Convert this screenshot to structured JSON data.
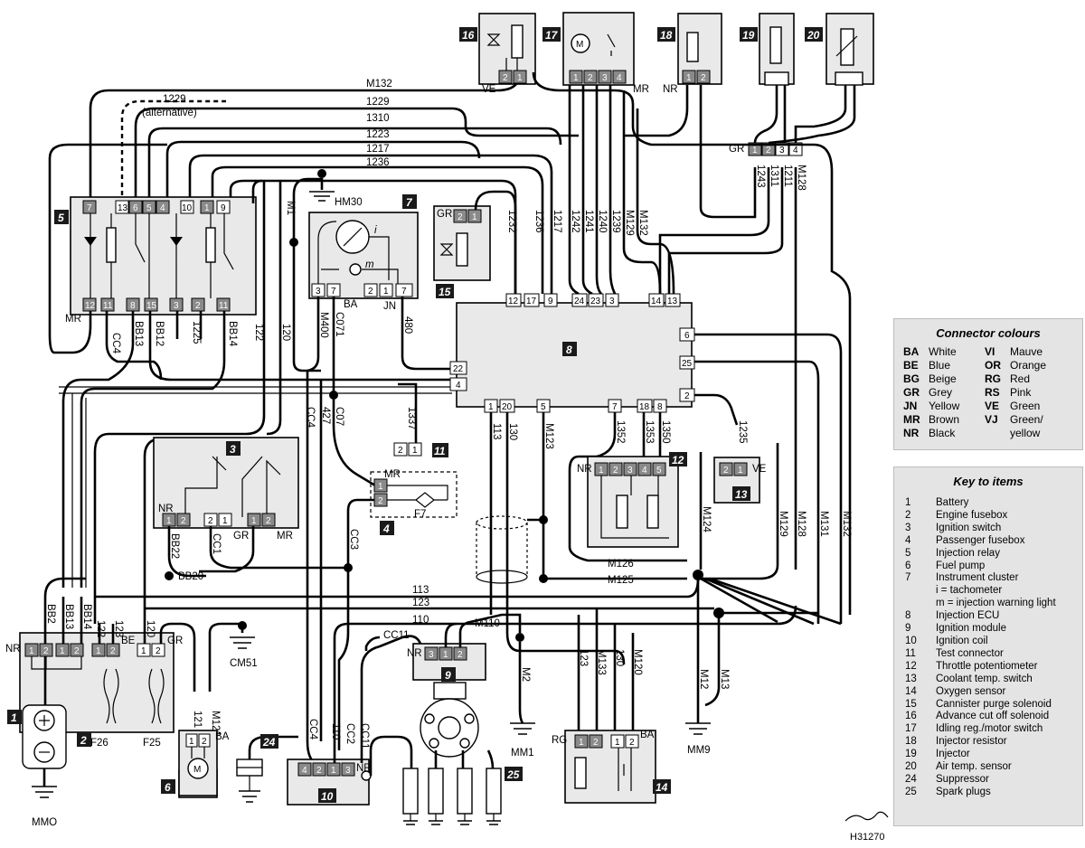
{
  "wires_top": {
    "m132": "M132",
    "w1229": "1229",
    "w1229_alt": "1229",
    "alternative": "(alternative)",
    "w1310": "1310",
    "w1223": "1223",
    "w1217": "1217",
    "w1236": "1236"
  },
  "wires_vertical": {
    "m1": "M1",
    "hm30": "HM30",
    "w122": "122",
    "w120": "120",
    "cc4": "CC4",
    "bb13": "BB13",
    "bb12": "BB12",
    "w1225": "1225",
    "bb14": "BB14",
    "m400": "M400",
    "c071": "C071",
    "w480": "480",
    "c07": "C07",
    "w427": "427",
    "cc4b": "CC4",
    "w1337": "1337",
    "w1232": "1232",
    "w1236": "1236",
    "w1217": "1217",
    "w1242": "1242",
    "w1241": "1241",
    "w1240": "1240",
    "w1239": "1239",
    "m129": "M129",
    "m132": "M132",
    "w1243": "1243",
    "w1311": "1311",
    "w1211": "1211",
    "m128": "M128",
    "w113": "113",
    "w130": "130",
    "m123": "M123",
    "w1352": "1352",
    "w1353": "1353",
    "w1350": "1350",
    "w1235": "1235",
    "m124": "M124",
    "m129b": "M129",
    "m128b": "M128",
    "m131": "M131",
    "m132b": "M132",
    "bb22": "BB22",
    "cc1": "CC1",
    "cc3": "CC3",
    "bb20": "BB20",
    "m126": "M126",
    "m125": "M125",
    "w113h": "113",
    "w123h": "123",
    "w110h": "110",
    "cc11h": "CC11",
    "m110": "M110",
    "m2": "M2",
    "mm1": "MM1",
    "cm51": "CM51",
    "bb2": "BB2",
    "bb13b": "BB13",
    "bb14b": "BB14",
    "w122b": "122",
    "w123b": "123",
    "w120b": "120",
    "m121": "M121",
    "w121": "121",
    "cc4c": "CC4",
    "w110v": "110",
    "cc2": "CC2",
    "cc11v": "CC11",
    "w123c": "123",
    "m133": "M133",
    "w130b": "130",
    "m120": "M120",
    "m12": "M12",
    "m13": "M13",
    "mm9": "MM9",
    "mmo": "MMO",
    "f26": "F26",
    "f25": "F25",
    "f7": "F7"
  },
  "connector_tags": {
    "ve16": "VE",
    "mr17": "MR",
    "nr18": "NR",
    "gr19": "GR",
    "gr15": "GR",
    "mr5": "MR",
    "ba7": "BA",
    "jn7": "JN",
    "mr4": "MR",
    "nr3": "NR",
    "gr3": "GR",
    "mr3": "MR",
    "nr12": "NR",
    "ve13": "VE",
    "nr2": "NR",
    "be2": "BE",
    "gr2": "GR",
    "ba6": "BA",
    "nr9": "NR",
    "nr10": "NR",
    "rg14": "RG",
    "ba14": "BA"
  },
  "ecu_pins": {
    "top": [
      "12",
      "17",
      "9",
      "24",
      "23",
      "3",
      "14",
      "13"
    ],
    "right": [
      "6",
      "25",
      "2"
    ],
    "left": [
      "22",
      "4"
    ],
    "bottom": [
      "1",
      "20",
      "5",
      "7",
      "18",
      "8"
    ]
  },
  "item_numbers": [
    "1",
    "2",
    "3",
    "4",
    "5",
    "6",
    "7",
    "8",
    "9",
    "10",
    "11",
    "12",
    "13",
    "14",
    "15",
    "16",
    "17",
    "18",
    "19",
    "20",
    "24",
    "25"
  ],
  "connector_colours": {
    "title": "Connector colours",
    "entries": [
      {
        "code": "BA",
        "name": "White"
      },
      {
        "code": "VI",
        "name": "Mauve"
      },
      {
        "code": "BE",
        "name": "Blue"
      },
      {
        "code": "OR",
        "name": "Orange"
      },
      {
        "code": "BG",
        "name": "Beige"
      },
      {
        "code": "RG",
        "name": "Red"
      },
      {
        "code": "GR",
        "name": "Grey"
      },
      {
        "code": "RS",
        "name": "Pink"
      },
      {
        "code": "JN",
        "name": "Yellow"
      },
      {
        "code": "VE",
        "name": "Green"
      },
      {
        "code": "MR",
        "name": "Brown"
      },
      {
        "code": "VJ",
        "name": "Green/"
      },
      {
        "code": "NR",
        "name": "Black"
      },
      {
        "code": "",
        "name": "yellow"
      }
    ]
  },
  "key_to_items": {
    "title": "Key to items",
    "items": [
      {
        "n": "1",
        "t": "Battery"
      },
      {
        "n": "2",
        "t": "Engine fusebox"
      },
      {
        "n": "3",
        "t": "Ignition switch"
      },
      {
        "n": "4",
        "t": "Passenger fusebox"
      },
      {
        "n": "5",
        "t": "Injection relay"
      },
      {
        "n": "6",
        "t": "Fuel pump"
      },
      {
        "n": "7",
        "t": "Instrument cluster"
      },
      {
        "n": "",
        "t": "i = tachometer"
      },
      {
        "n": "",
        "t": "m = injection warning light"
      },
      {
        "n": "8",
        "t": "Injection ECU"
      },
      {
        "n": "9",
        "t": "Ignition module"
      },
      {
        "n": "10",
        "t": "Ignition coil"
      },
      {
        "n": "11",
        "t": "Test connector"
      },
      {
        "n": "12",
        "t": "Throttle potentiometer"
      },
      {
        "n": "13",
        "t": "Coolant temp. switch"
      },
      {
        "n": "14",
        "t": "Oxygen sensor"
      },
      {
        "n": "15",
        "t": "Cannister purge solenoid"
      },
      {
        "n": "16",
        "t": "Advance cut off solenoid"
      },
      {
        "n": "17",
        "t": "Idling reg./motor switch"
      },
      {
        "n": "18",
        "t": "Injector resistor"
      },
      {
        "n": "19",
        "t": "Injector"
      },
      {
        "n": "20",
        "t": "Air temp. sensor"
      },
      {
        "n": "24",
        "t": "Suppressor"
      },
      {
        "n": "25",
        "t": "Spark plugs"
      }
    ]
  },
  "reference": "H31270"
}
